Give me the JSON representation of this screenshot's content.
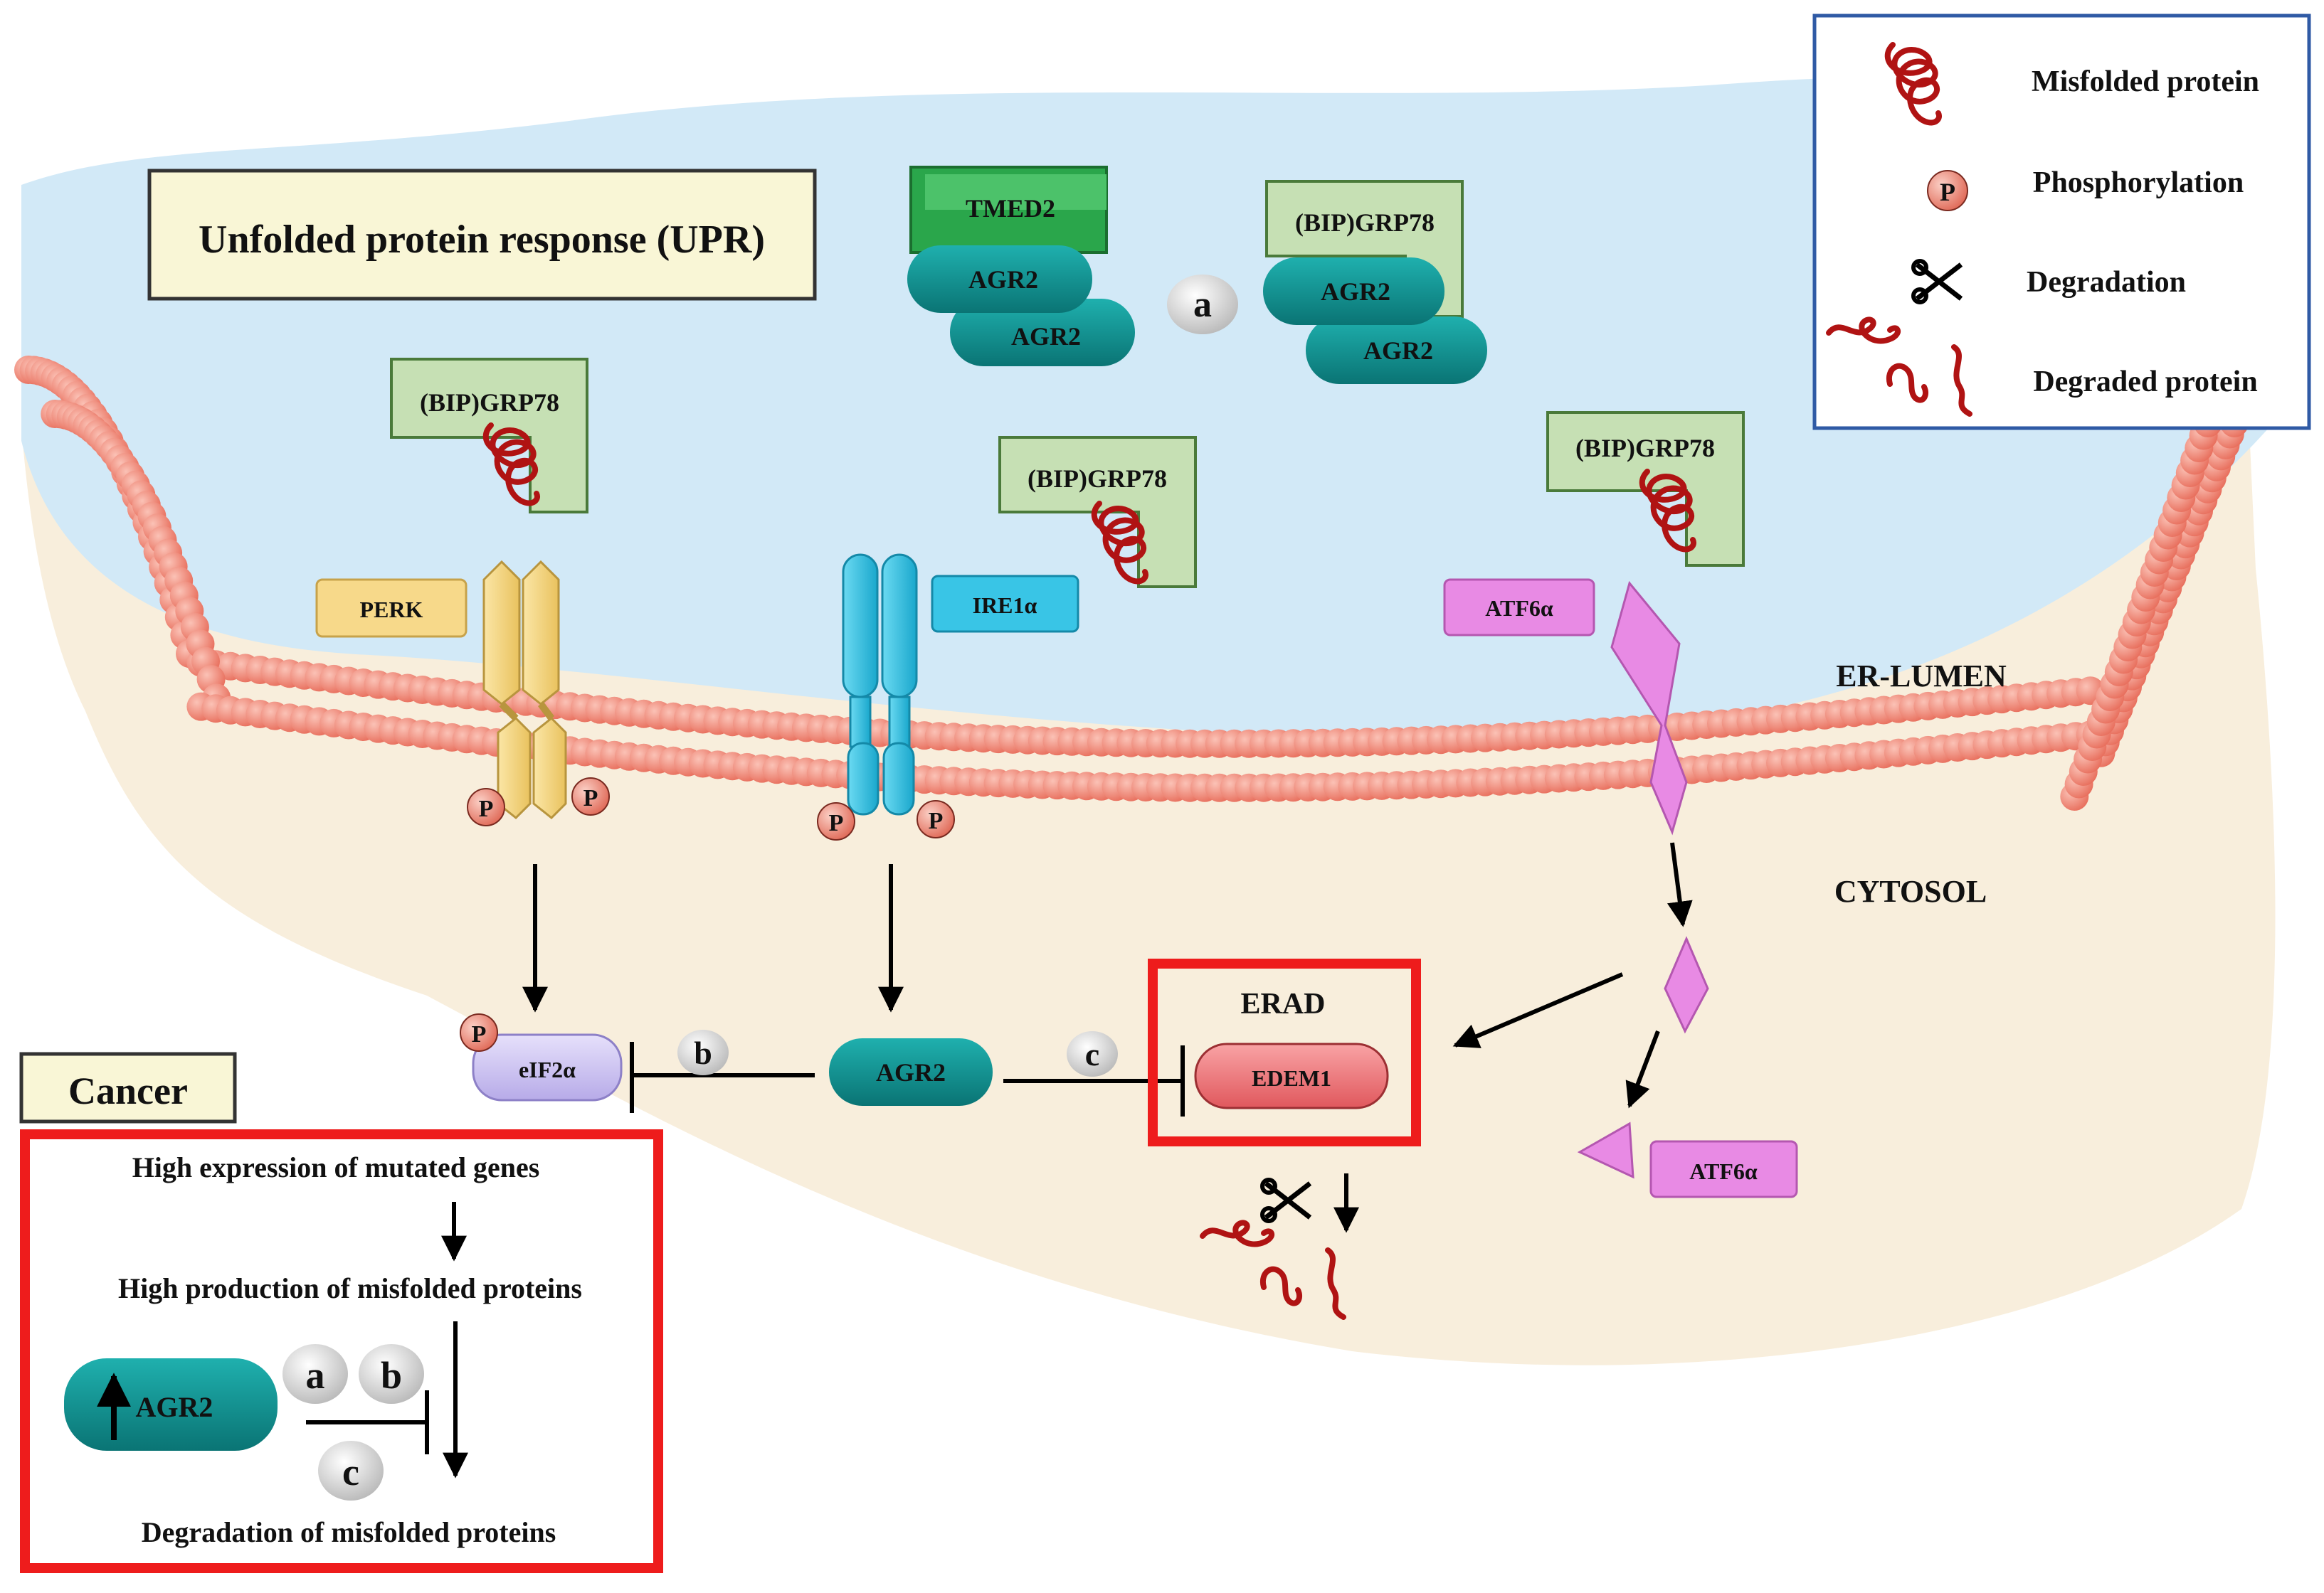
{
  "title": "Unfolded protein response (UPR)",
  "regions": {
    "lumen": "ER-LUMEN",
    "cytosol": "CYTOSOL"
  },
  "legend": {
    "misfolded": "Misfolded protein",
    "phosphorylation": "Phosphorylation",
    "degradation": "Degradation",
    "degraded": "Degraded protein"
  },
  "proteins": {
    "bip": "(BIP)GRP78",
    "tmed2": "TMED2",
    "agr2": "AGR2",
    "perk": "PERK",
    "ire1a": "IRE1α",
    "atf6a": "ATF6α",
    "eif2a": "eIF2α",
    "edem1": "EDEM1",
    "p": "P"
  },
  "erad": "ERAD",
  "markers": {
    "a": "a",
    "b": "b",
    "c": "c"
  },
  "cancer": {
    "title": "Cancer",
    "line1": "High expression of mutated genes",
    "line2": "High production of misfolded proteins",
    "agr2": "AGR2",
    "line3": "Degradation of misfolded proteins"
  },
  "colors": {
    "lumen": "#d2e9f7",
    "cytosol": "#f8eedc",
    "membrane_bead": "#f28876",
    "bip_fill": "#c6e0b4",
    "tmed2_fill": "#2aa64b",
    "agr2_fill": "#108f8f",
    "perk_fill": "#f7d98a",
    "ire1_fill": "#39c5e6",
    "atf6_fill": "#e88ae4",
    "eif2_fill": "#cfc6f2",
    "edem_fill": "#f07a7e",
    "misfolded": "#b01313",
    "highlight_box": "#ee1c1c",
    "legend_border": "#2f5aa5"
  }
}
